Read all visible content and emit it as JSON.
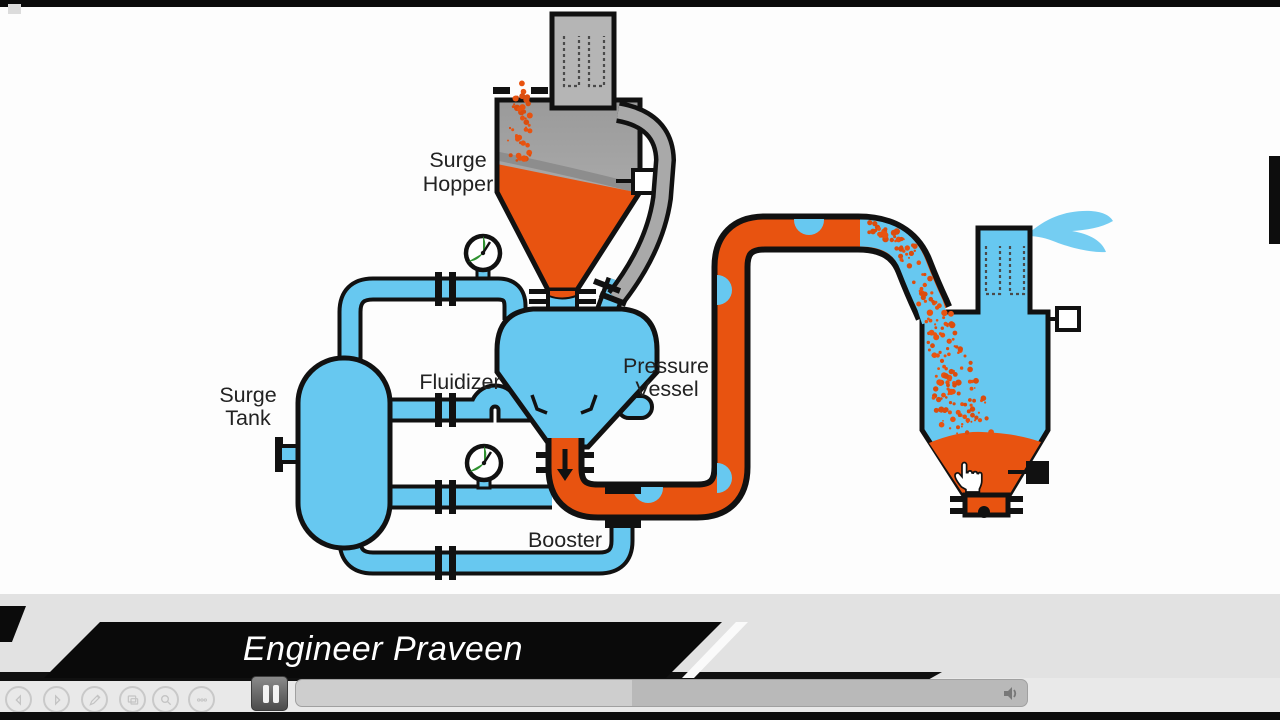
{
  "banner": {
    "channel_name": "Engineer Praveen",
    "bg_color": "#0a0a0a",
    "text_color": "#ffffff"
  },
  "diagram": {
    "labels": {
      "surge_hopper_1": "Surge",
      "surge_hopper_2": "Hopper",
      "surge_tank_1": "Surge",
      "surge_tank_2": "Tank",
      "fluidizer": "Fluidizer",
      "pressure_vessel_1": "Pressure",
      "pressure_vessel_2": "Vessel",
      "booster": "Booster"
    },
    "colors": {
      "material_orange": "#e85310",
      "air_blue": "#67c8f0",
      "metal_gray": "#b2b2b2",
      "outline": "#111111",
      "gauge_green": "#2f9230"
    }
  },
  "player": {
    "buttons": [
      {
        "name": "previous",
        "icon": "left-triangle-icon"
      },
      {
        "name": "next",
        "icon": "right-triangle-icon"
      },
      {
        "name": "pen",
        "icon": "pencil-icon"
      },
      {
        "name": "slides",
        "icon": "slides-icon"
      },
      {
        "name": "zoom",
        "icon": "magnifier-icon"
      },
      {
        "name": "more",
        "icon": "ellipsis-icon"
      }
    ],
    "pause_icon": "pause-icon",
    "progress_percent": 46,
    "volume_icon": "speaker-icon"
  }
}
